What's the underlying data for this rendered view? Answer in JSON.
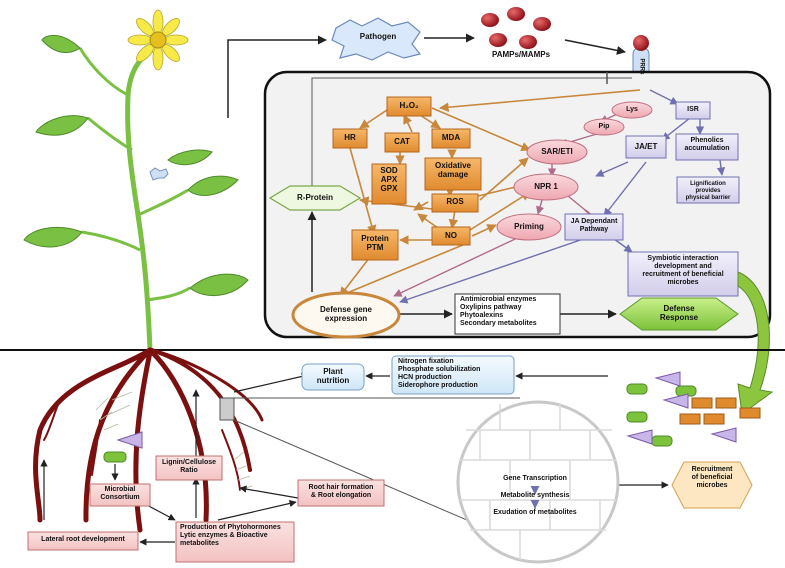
{
  "labels": {
    "pathogen": "Pathogen",
    "pamps": "PAMPs/MAMPs",
    "prrs": "PRRs",
    "h2o2": "H₂O₂",
    "hr": "HR",
    "cat": "CAT",
    "mda": "MDA",
    "oxidative_damage": "Oxidative\ndamage",
    "sod_apx_gpx": "SOD\nAPX\nGPX",
    "ros": "ROS",
    "no": "NO",
    "protein_ptm": "Protein\nPTM",
    "r_protein": "R-Protein",
    "lys": "Lys",
    "pip": "Pip",
    "isr": "ISR",
    "sar_eti": "SAR/ETI",
    "ja_et": "JA/ET",
    "phenolics": "Phenolics\naccumulation",
    "npr1": "NPR 1",
    "lignification": "Lignification provides\nphysical barrier",
    "priming": "Priming",
    "ja_pathway": "JA Dependant\nPathway",
    "symbiotic": "Symbiotic interaction\ndevelopment and\nrecruitment of beneficial\nmicrobes",
    "defense_gene": "Defense gene\nexpression",
    "antimicrobial": "Antimicrobial enzymes\nOxylipins pathway\nPhytoalexins\nSecondary metabolites",
    "defense_response": "Defense\nResponse",
    "plant_nutrition": "Plant\nnutrition",
    "nitrogen": "Nitrogen fixation\nPhosphate solubilization\nHCN production\nSiderophore production",
    "lignin": "Lignin/Cellulose\nRatio",
    "microbial": "Microbial\nConsortium",
    "root_hair": "Root hair formation\n& Root elongation",
    "lateral_root": "Lateral root development",
    "phytohormones": "Production of Phytohormones\nLytic enzymes & Bioactive\nmetabolites",
    "gene_transcription": "Gene Transcription",
    "metabolite_synthesis": "Metabolite synthesis",
    "exudation": "Exudation of metabolites",
    "recruitment": "Recruitment\nof beneficial\nmicrobes"
  },
  "colors": {
    "orange_box": "#e8943a",
    "pink_ellipse": "#f2b8c0",
    "lavender_box": "#ddd8f0",
    "green_stem": "#7ac143",
    "root": "#7a1010",
    "panel": "#f2f2f2"
  }
}
